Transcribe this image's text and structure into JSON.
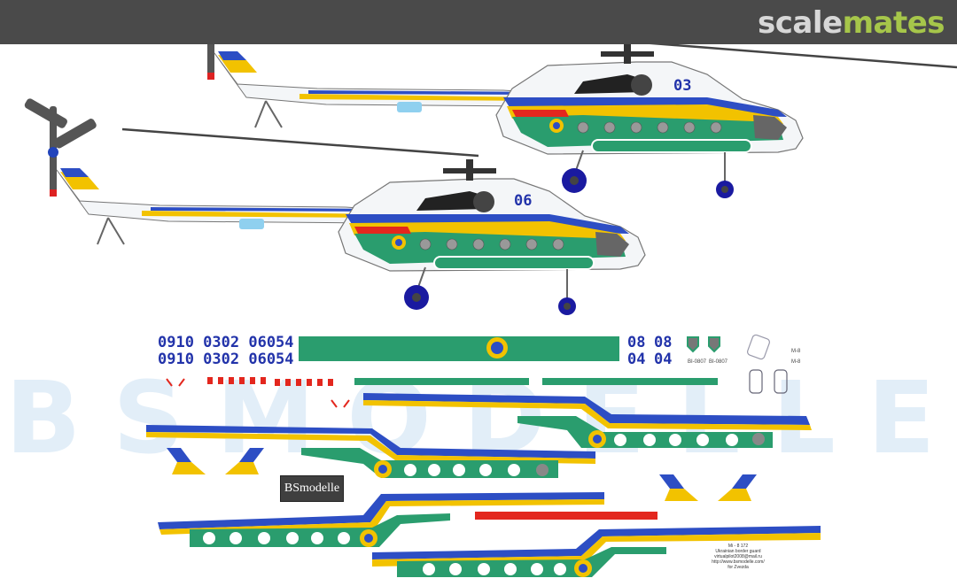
{
  "header": {
    "logo_part1": "scale",
    "logo_part2": "mates",
    "bg_color": "#4a4a4a"
  },
  "watermark": {
    "text": "BSMODELLE"
  },
  "helicopters": [
    {
      "id": "top",
      "tail_number": "03"
    },
    {
      "id": "bottom",
      "tail_number": "06"
    }
  ],
  "decal_sheet": {
    "number_row_1": "09 10 03 02 06 05 4",
    "number_row_1_glyphs": [
      "0",
      "9",
      "1",
      "0",
      "0",
      "3",
      "0",
      "2",
      "0",
      "6",
      "0",
      "5",
      "4"
    ],
    "number_row_2_glyphs": [
      "0",
      "9",
      "1",
      "0",
      "0",
      "3",
      "0",
      "2",
      "0",
      "6",
      "0",
      "5",
      "4"
    ],
    "right_numbers_row_1": [
      "08",
      "08"
    ],
    "right_numbers_row_2": [
      "04",
      "04"
    ],
    "brand_label": "BSmodelle",
    "product_code": "Mi - 8 172",
    "subtitle": "Ukrainian border guard",
    "email": "virtualpilot2008@mail.ru",
    "website": "http://www.bsmodelle.com/",
    "for_kit": "for Zvezda"
  },
  "colors": {
    "green": "#2a9d6e",
    "blue": "#2d4ec4",
    "yellow": "#f2c200",
    "red": "#e3271e",
    "number_blue": "#2233aa"
  }
}
